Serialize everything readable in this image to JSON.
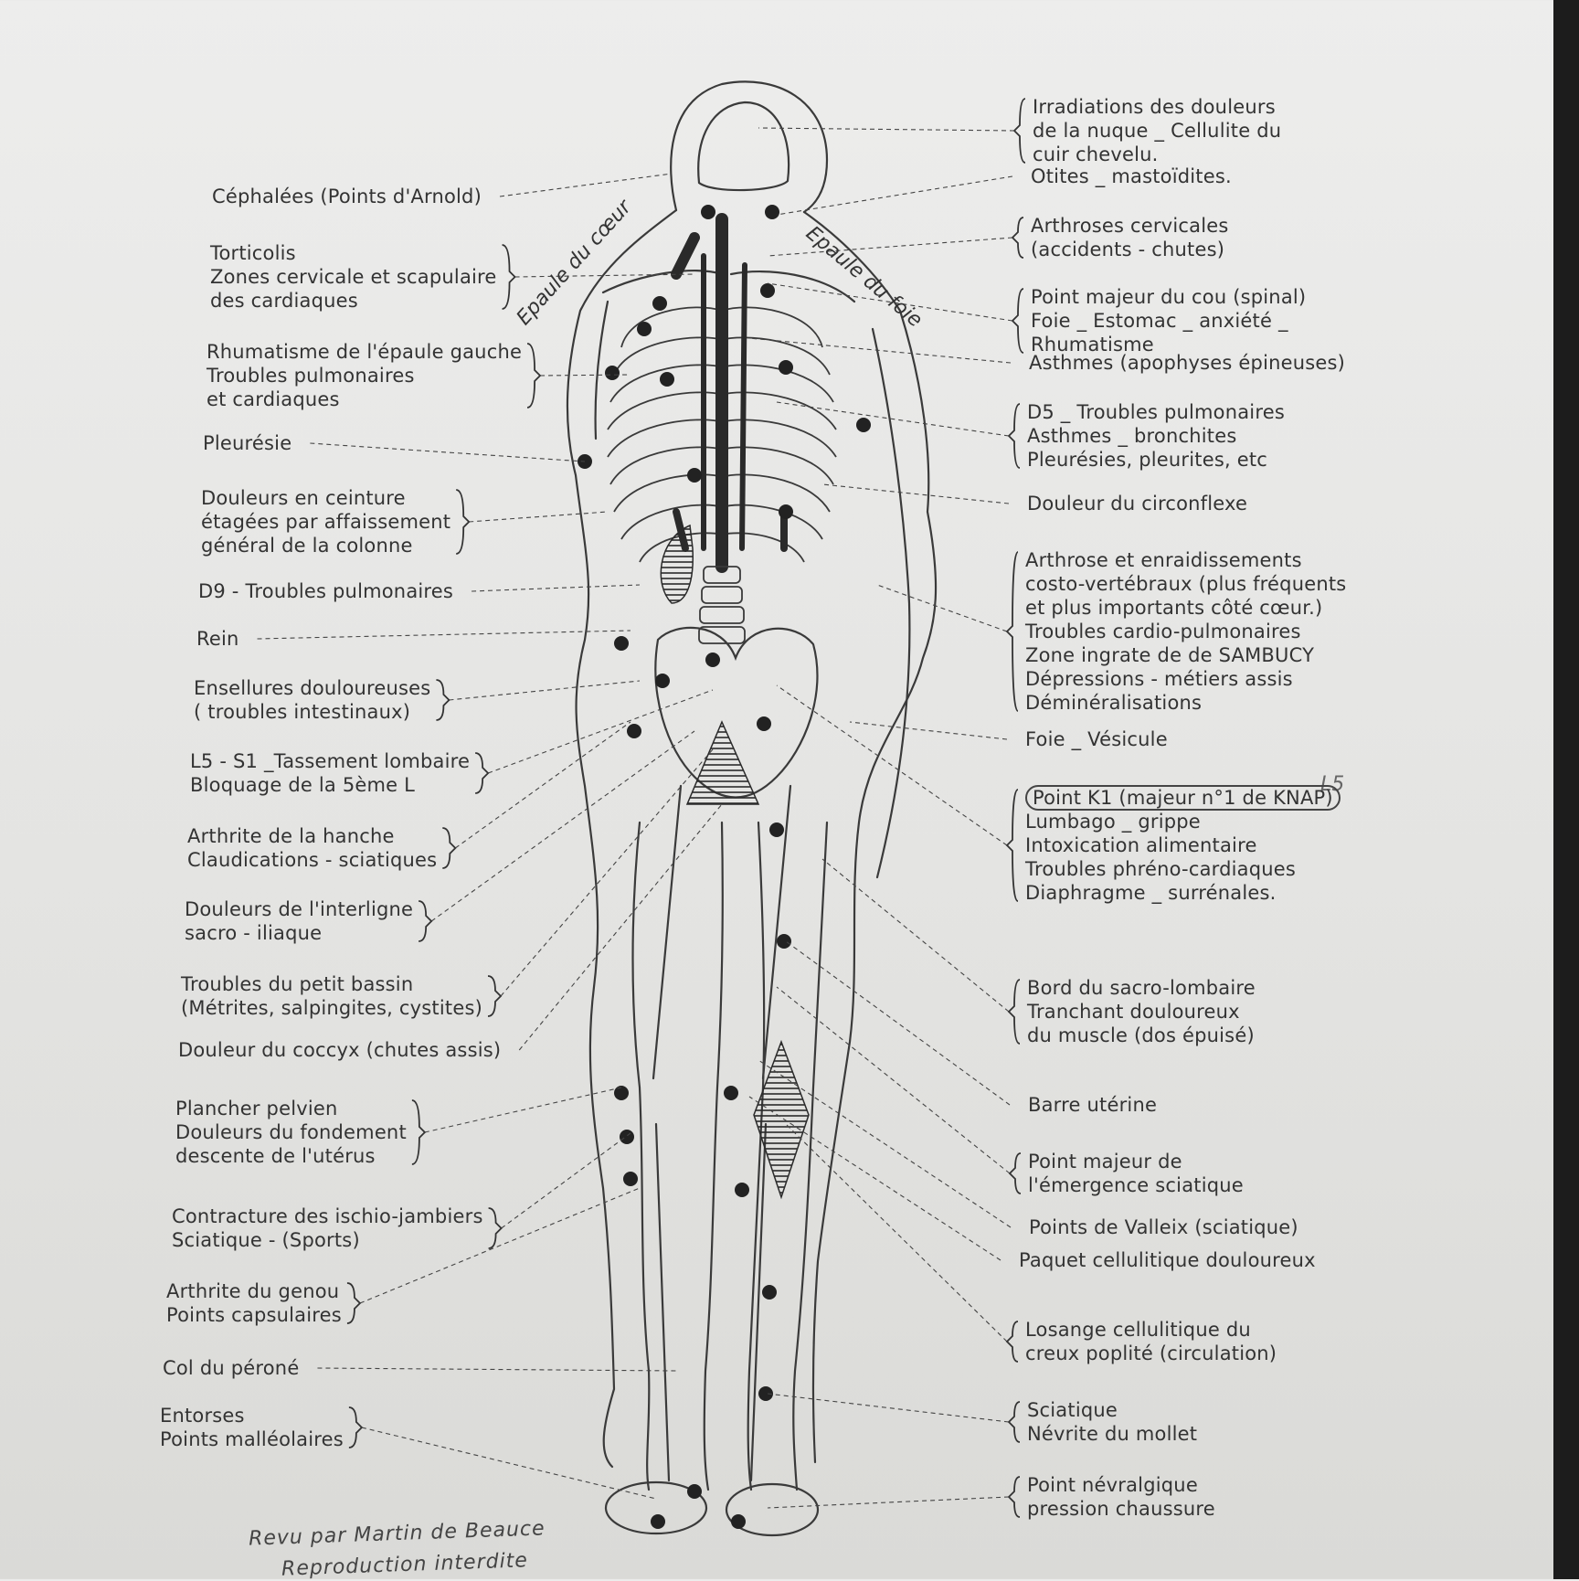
{
  "left_labels": [
    {
      "id": "cephalees",
      "lines": [
        "Céphalées (Points d'Arnold)"
      ]
    },
    {
      "id": "torticolis",
      "lines": [
        "Torticolis",
        "Zones cervicale  et scapulaire",
        "des cardiaques"
      ]
    },
    {
      "id": "rhumatisme-epaule",
      "lines": [
        "Rhumatisme de l'épaule gauche",
        "Troubles pulmonaires",
        "et cardiaques"
      ]
    },
    {
      "id": "pleuresie",
      "lines": [
        "Pleurésie"
      ]
    },
    {
      "id": "douleurs-ceinture",
      "lines": [
        "Douleurs en ceinture",
        "étagées par affaissement",
        "général de la colonne"
      ]
    },
    {
      "id": "d9",
      "lines": [
        "D9 - Troubles pulmonaires"
      ]
    },
    {
      "id": "rein",
      "lines": [
        "Rein"
      ]
    },
    {
      "id": "ensellures",
      "lines": [
        "Ensellures douloureuses",
        "( troubles intestinaux)"
      ]
    },
    {
      "id": "l5-s1",
      "lines": [
        "L5 - S1 _Tassement lombaire",
        "Bloquage de la 5ème L"
      ]
    },
    {
      "id": "arthrite-hanche",
      "lines": [
        "Arthrite de la hanche",
        "Claudications - sciatiques"
      ]
    },
    {
      "id": "interligne",
      "lines": [
        "Douleurs de l'interligne",
        "sacro - iliaque"
      ]
    },
    {
      "id": "petit-bassin",
      "lines": [
        "Troubles du petit bassin",
        "(Métrites, salpingites, cystites)"
      ]
    },
    {
      "id": "coccyx",
      "lines": [
        "Douleur du coccyx (chutes assis)"
      ]
    },
    {
      "id": "plancher",
      "lines": [
        "Plancher pelvien",
        "Douleurs du fondement",
        "descente de l'utérus"
      ]
    },
    {
      "id": "ischio",
      "lines": [
        "Contracture des ischio-jambiers",
        "Sciatique - (Sports)"
      ]
    },
    {
      "id": "genou",
      "lines": [
        "Arthrite du genou",
        "Points capsulaires"
      ]
    },
    {
      "id": "perone",
      "lines": [
        "Col du péroné"
      ]
    },
    {
      "id": "entorses",
      "lines": [
        "Entorses",
        "Points malléolaires"
      ]
    }
  ],
  "right_labels": [
    {
      "id": "irradiations",
      "lines": [
        "Irradiations des douleurs",
        "de la nuque _ Cellulite du",
        "cuir chevelu."
      ]
    },
    {
      "id": "otites",
      "lines": [
        "Otites _ mastoïdites."
      ]
    },
    {
      "id": "arthroses-cervicales",
      "lines": [
        "Arthroses cervicales",
        "(accidents - chutes)"
      ]
    },
    {
      "id": "point-majeur-cou",
      "lines": [
        "Point majeur du cou (spinal)",
        "Foie _ Estomac _ anxiété _",
        "Rhumatisme"
      ]
    },
    {
      "id": "asthmes",
      "lines": [
        "Asthmes (apophyses épineuses)"
      ]
    },
    {
      "id": "d5",
      "lines": [
        "D5 _ Troubles pulmonaires",
        "Asthmes _ bronchites",
        "Pleurésies, pleurites, etc"
      ]
    },
    {
      "id": "circonflexe",
      "lines": [
        "Douleur  du circonflexe"
      ]
    },
    {
      "id": "arthrose-costo",
      "lines": [
        "Arthrose et enraidissements",
        "costo-vertébraux (plus fréquents",
        "et plus importants côté cœur.)",
        "Troubles cardio-pulmonaires",
        "Zone ingrate de de SAMBUCY",
        "Dépressions - métiers assis",
        "Déminéralisations"
      ]
    },
    {
      "id": "foie-vesicule",
      "lines": [
        "Foie _ Vésicule"
      ]
    },
    {
      "id": "point-k1",
      "lines": [
        "Point K1 (majeur n°1 de KNAP)",
        "Lumbago _ grippe",
        "Intoxication alimentaire",
        "Troubles phréno-cardiaques",
        "Diaphragme _ surrénales."
      ]
    },
    {
      "id": "sacro-lombaire",
      "lines": [
        "Bord du sacro-lombaire",
        "Tranchant douloureux",
        "du muscle (dos épuisé)"
      ]
    },
    {
      "id": "barre-uterine",
      "lines": [
        "Barre utérine"
      ]
    },
    {
      "id": "emergence-sciatique",
      "lines": [
        "Point majeur de",
        "l'émergence sciatique"
      ]
    },
    {
      "id": "valleix",
      "lines": [
        "Points de Valleix (sciatique)"
      ]
    },
    {
      "id": "paquet-cellulitique",
      "lines": [
        "Paquet cellulitique douloureux"
      ]
    },
    {
      "id": "losange",
      "lines": [
        "Losange cellulitique du",
        "creux poplité (circulation)"
      ]
    },
    {
      "id": "sciatique-mollet",
      "lines": [
        "Sciatique",
        "Névrite du mollet"
      ]
    },
    {
      "id": "point-nevralgique",
      "lines": [
        "Point névralgique",
        "pression chaussure"
      ]
    }
  ],
  "figure_labels": {
    "epaule_coeur": "Epaule du cœur",
    "epaule_foie": "Epaule du foie"
  },
  "margin_note": "L5",
  "credit": {
    "line1": "Revu par Martin de Beauce",
    "line2": "Reproduction interdite"
  },
  "colors": {
    "ink": "#333333",
    "paper": "#e6e6e4",
    "edge": "#1c1c1c"
  }
}
